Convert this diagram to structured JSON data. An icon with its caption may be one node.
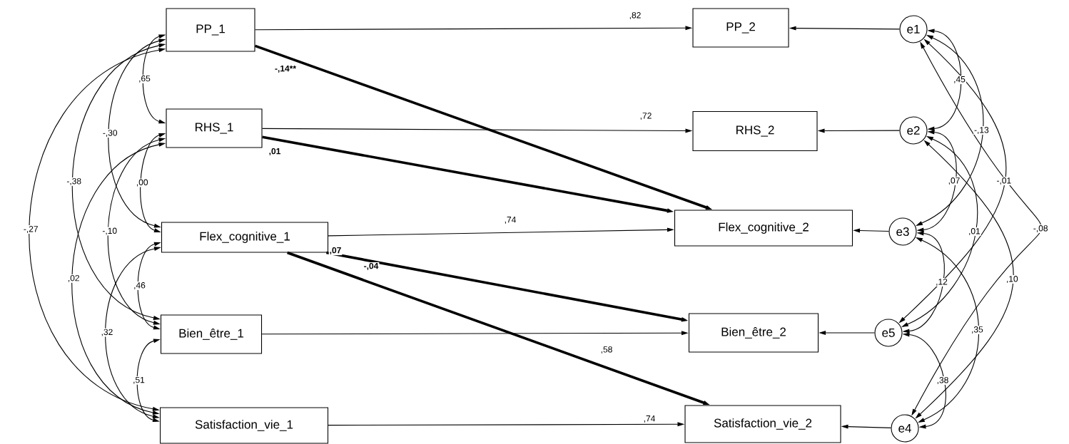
{
  "diagram": {
    "nodes": [
      {
        "text": [
          "PP_1"
        ]
      },
      {
        "text": [
          "RHS_1"
        ]
      },
      {
        "text": [
          "Flex_cognitive_1"
        ]
      },
      {
        "text": [
          "Bien_être_1"
        ]
      },
      {
        "text": [
          "Satisfaction_vie_1"
        ]
      },
      {
        "text": [
          "PP_2"
        ]
      },
      {
        "text": [
          "RHS_2"
        ]
      },
      {
        "text": [
          "Flex_cognitive_2"
        ]
      },
      {
        "text": [
          "Bien_être_2"
        ]
      },
      {
        "text": [
          "Satisfaction_vie_2"
        ]
      },
      {
        "text": [
          "e1"
        ]
      },
      {
        "text": [
          "e2"
        ]
      },
      {
        "text": [
          "e3"
        ]
      },
      {
        "text": [
          "e5"
        ]
      },
      {
        "text": [
          "e4"
        ]
      }
    ],
    "edges": [
      {
        "from": 0,
        "to": 5,
        "arrow": "to",
        "label": ",82"
      },
      {
        "from": 0,
        "to": 7,
        "arrow": "to",
        "label": "-,14**",
        "style": "thick"
      },
      {
        "from": 1,
        "to": 6,
        "arrow": "to",
        "label": ",72"
      },
      {
        "from": 1,
        "to": 7,
        "arrow": "to",
        "label": ",01",
        "style": "thick"
      },
      {
        "from": 2,
        "to": 7,
        "arrow": "to",
        "label": ",74"
      },
      {
        "from": 2,
        "to": 8,
        "arrow": "to",
        "label": ",07",
        "style": "thick"
      },
      {
        "from": 2,
        "to": 9,
        "arrow": "to",
        "label": "-,04",
        "style": "thick"
      },
      {
        "from": 3,
        "to": 8,
        "arrow": "to",
        "label": ",58"
      },
      {
        "from": 4,
        "to": 9,
        "arrow": "to",
        "label": ",74"
      },
      {
        "from": 10,
        "to": 5,
        "arrow": "to"
      },
      {
        "from": 11,
        "to": 6,
        "arrow": "to"
      },
      {
        "from": 12,
        "to": 7,
        "arrow": "to"
      },
      {
        "from": 13,
        "to": 8,
        "arrow": "to"
      },
      {
        "from": 14,
        "to": 9,
        "arrow": "to"
      },
      {
        "from": 0,
        "to": 1,
        "arrow": "both",
        "label": ",65"
      },
      {
        "from": 0,
        "to": 2,
        "arrow": "both",
        "label": "-,30"
      },
      {
        "from": 0,
        "to": 3,
        "arrow": "both",
        "label": "-,38"
      },
      {
        "from": 0,
        "to": 4,
        "arrow": "both",
        "label": "-,27"
      },
      {
        "from": 1,
        "to": 2,
        "arrow": "both",
        "label": ",00"
      },
      {
        "from": 1,
        "to": 3,
        "arrow": "both",
        "label": "-,10"
      },
      {
        "from": 1,
        "to": 4,
        "arrow": "both",
        "label": ",02"
      },
      {
        "from": 2,
        "to": 3,
        "arrow": "both",
        "label": ",46"
      },
      {
        "from": 2,
        "to": 4,
        "arrow": "both",
        "label": ",32"
      },
      {
        "from": 3,
        "to": 4,
        "arrow": "both",
        "label": ",51"
      },
      {
        "from": 10,
        "to": 11,
        "arrow": "both",
        "label": ",45"
      },
      {
        "from": 10,
        "to": 12,
        "arrow": "both",
        "label": "-,13"
      },
      {
        "from": 10,
        "to": 13,
        "arrow": "both",
        "label": "-,01"
      },
      {
        "from": 10,
        "to": 14,
        "arrow": "both",
        "label": "-,08"
      },
      {
        "from": 11,
        "to": 12,
        "arrow": "both",
        "label": ",07"
      },
      {
        "from": 11,
        "to": 13,
        "arrow": "both",
        "label": ",01"
      },
      {
        "from": 11,
        "to": 14,
        "arrow": "both",
        "label": ",10"
      },
      {
        "from": 12,
        "to": 13,
        "arrow": "both",
        "label": ",12"
      },
      {
        "from": 12,
        "to": 14,
        "arrow": "both",
        "label": ",35"
      },
      {
        "from": 13,
        "to": 14,
        "arrow": "both",
        "label": ",38"
      }
    ]
  }
}
